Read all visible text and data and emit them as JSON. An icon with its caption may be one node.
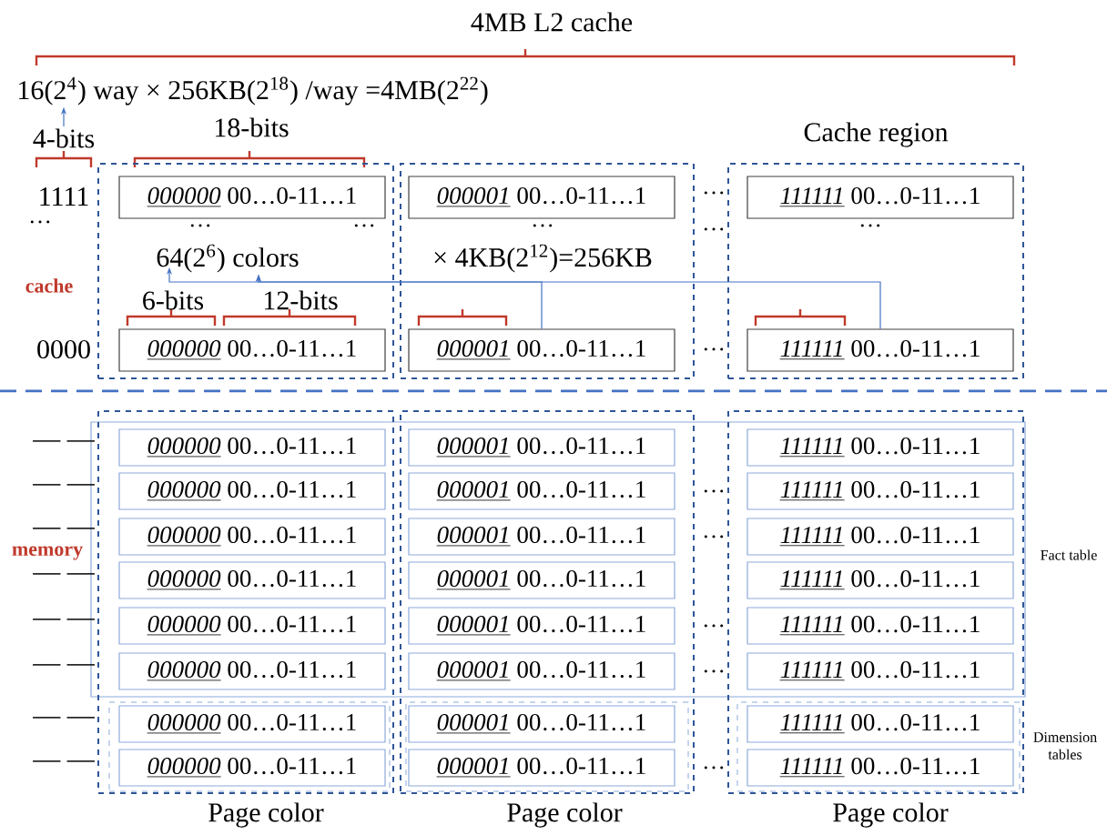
{
  "diagram": {
    "nodes": [
      {
        "text": [
          "16(2$^{4}$)  way  × 256KB(2$^{18}$) /way  =4MB(2$^{22}$)"
        ]
      },
      {
        "text": [
          "4-bits"
        ]
      },
      {
        "text": [
          "64(2$^{6}$) colors"
        ],
        "in": 3
      },
      {
        "text": [],
        "shape": "box"
      },
      {
        "text": [],
        "shape": "box"
      },
      {
        "text": [],
        "shape": "box",
        "beside": [
          "Cache region"
        ]
      },
      {
        "text": [
          "000000",
          "00…0-11…1"
        ],
        "in": 3
      },
      {
        "text": [
          "000001",
          "00…0-11…1"
        ],
        "in": 4
      },
      {
        "text": [
          "111111",
          "00…0-11…1"
        ],
        "in": 5
      },
      {
        "text": [
          "000000",
          "00…0-11…1"
        ],
        "in": 3
      },
      {
        "text": [
          "000001",
          "00…0-11…1"
        ],
        "in": 4
      },
      {
        "text": [
          "111111",
          "00…0-11…1"
        ],
        "in": 5
      },
      {
        "text": [],
        "shape": "box",
        "beside": [
          "Fact table"
        ]
      },
      {
        "text": [],
        "shape": "box"
      },
      {
        "text": [],
        "shape": "box"
      },
      {
        "text": [],
        "shape": "box"
      },
      {
        "text": [],
        "shape": "box",
        "in": 13
      },
      {
        "text": [],
        "shape": "box",
        "in": 14
      },
      {
        "text": [],
        "shape": "box",
        "in": 15,
        "beside": [
          "Dimension tables"
        ]
      },
      {
        "text": [
          "000000",
          "00…0-11…1"
        ]
      },
      {
        "text": [
          "000001",
          "00…0-11…1"
        ]
      },
      {
        "text": [
          "111111",
          "00…0-11…1"
        ]
      },
      {
        "text": [
          "000000",
          "00…0-11…1"
        ]
      },
      {
        "text": [
          "000001",
          "00…0-11…1"
        ]
      },
      {
        "text": [
          "111111",
          "00…0-11…1"
        ]
      },
      {
        "text": [
          "000000",
          "00…0-11…1"
        ]
      },
      {
        "text": [
          "000001",
          "00…0-11…1"
        ]
      },
      {
        "text": [
          "111111",
          "00…0-11…1"
        ]
      },
      {
        "text": [
          "000000",
          "00…0-11…1"
        ]
      },
      {
        "text": [
          "000001",
          "00…0-11…1"
        ]
      },
      {
        "text": [
          "111111",
          "00…0-11…1"
        ]
      },
      {
        "text": [
          "000000",
          "00…0-11…1"
        ]
      },
      {
        "text": [
          "000001",
          "00…0-11…1"
        ]
      },
      {
        "text": [
          "111111",
          "00…0-11…1"
        ]
      },
      {
        "text": [
          "000000",
          "00…0-11…1"
        ]
      },
      {
        "text": [
          "000001",
          "00…0-11…1"
        ]
      },
      {
        "text": [
          "111111",
          "00…0-11…1"
        ]
      },
      {
        "text": [
          "000000",
          "00…0-11…1"
        ],
        "in": 16
      },
      {
        "text": [
          "000001",
          "00…0-11…1"
        ],
        "in": 17
      },
      {
        "text": [
          "111111",
          "00…0-11…1"
        ],
        "in": 18
      },
      {
        "text": [
          "000000",
          "00…0-11…1"
        ],
        "in": 16
      },
      {
        "text": [
          "000001",
          "00…0-11…1"
        ],
        "in": 17
      },
      {
        "text": [
          "111111",
          "00…0-11…1"
        ],
        "in": 18
      }
    ],
    "edges": [
      {
        "from": 1,
        "to": 0,
        "arrow": "to"
      },
      {
        "from": 10,
        "to": 2,
        "arrow": "to"
      },
      {
        "from": 11,
        "to": 2,
        "arrow": "to"
      }
    ],
    "labels": [
      "4MB L2 cache",
      "18-bits",
      "1111",
      "…",
      "…",
      "…",
      "…",
      "…",
      "…",
      "…",
      "× 4KB(2$^{12}$)=256KB",
      "cache",
      "6-bits",
      "12-bits",
      "0000",
      "…",
      "— —",
      "— —",
      "…",
      "— —",
      "…",
      "memory",
      "— —",
      "— —",
      "…",
      "— —",
      "…",
      "— —",
      "— —",
      "…",
      "Page color",
      "Page color",
      "Page color"
    ]
  }
}
